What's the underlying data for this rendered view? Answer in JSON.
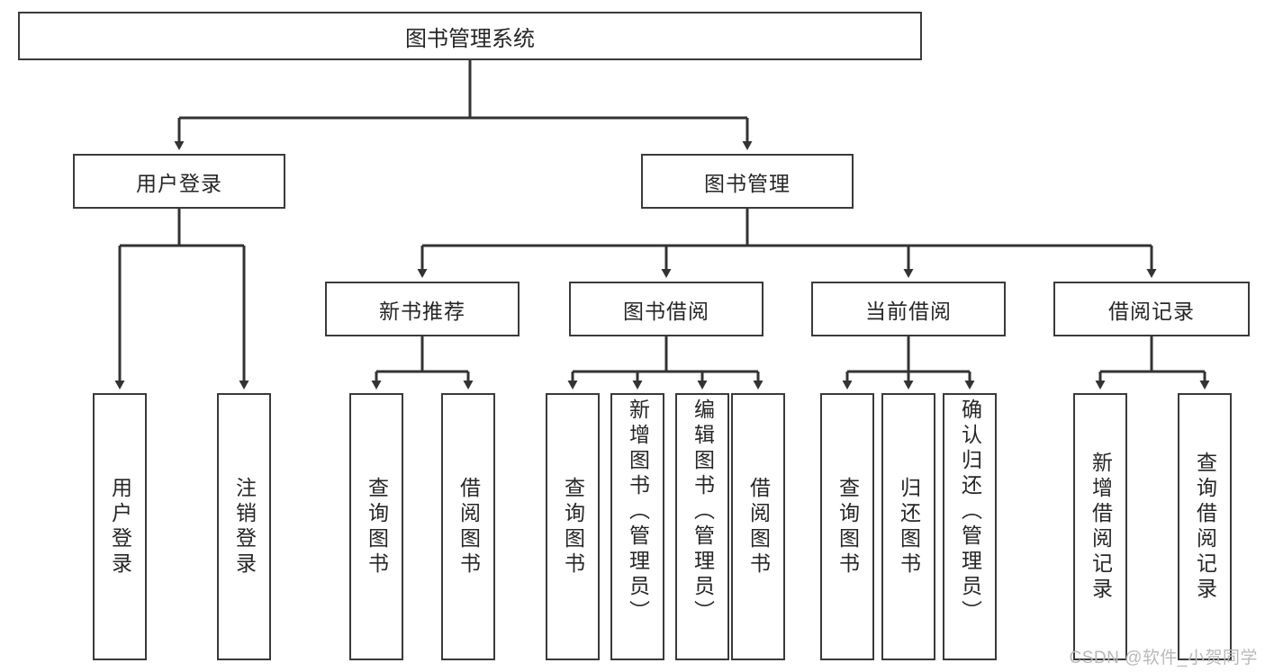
{
  "diagram": {
    "title_text": "图书管理系统",
    "type": "hierarchy-tree",
    "orientation": "top-down",
    "style": {
      "box_border_color": "#3a3a3a",
      "box_fill_color": "#ffffff",
      "line_color": "#333333",
      "text_color": "#262626",
      "background": "#ffffff"
    },
    "levels": {
      "level1": [
        {
          "id": "root",
          "label": "图书管理系统"
        }
      ],
      "level2": [
        {
          "id": "user-login",
          "label": "用户登录",
          "parent": "root"
        },
        {
          "id": "book-manage",
          "label": "图书管理",
          "parent": "root"
        }
      ],
      "level3": [
        {
          "id": "new-book-rec",
          "label": "新书推荐",
          "parent": "book-manage"
        },
        {
          "id": "book-borrow",
          "label": "图书借阅",
          "parent": "book-manage"
        },
        {
          "id": "current-borrow",
          "label": "当前借阅",
          "parent": "book-manage"
        },
        {
          "id": "borrow-record",
          "label": "借阅记录",
          "parent": "book-manage"
        }
      ],
      "leaves": [
        {
          "id": "leaf-user-login",
          "label": "用户登录",
          "parent": "user-login"
        },
        {
          "id": "leaf-logout",
          "label": "注销登录",
          "parent": "user-login"
        },
        {
          "id": "leaf-query-book-1",
          "label": "查询图书",
          "parent": "new-book-rec"
        },
        {
          "id": "leaf-borrow-book-1",
          "label": "借阅图书",
          "parent": "new-book-rec"
        },
        {
          "id": "leaf-query-book-2",
          "label": "查询图书",
          "parent": "book-borrow"
        },
        {
          "id": "leaf-add-book",
          "label": "新增图书（管理员）",
          "parent": "book-borrow"
        },
        {
          "id": "leaf-edit-book",
          "label": "编辑图书（管理员）",
          "parent": "book-borrow"
        },
        {
          "id": "leaf-borrow-book-2",
          "label": "借阅图书",
          "parent": "book-borrow"
        },
        {
          "id": "leaf-query-book-3",
          "label": "查询图书",
          "parent": "current-borrow"
        },
        {
          "id": "leaf-return-book",
          "label": "归还图书",
          "parent": "current-borrow"
        },
        {
          "id": "leaf-confirm-return",
          "label": "确认归还（管理员）",
          "parent": "current-borrow"
        },
        {
          "id": "leaf-add-record",
          "label": "新增借阅记录",
          "parent": "borrow-record"
        },
        {
          "id": "leaf-query-record",
          "label": "查询借阅记录",
          "parent": "borrow-record"
        }
      ]
    }
  },
  "watermark": {
    "text": "CSDN @软件_小贺同学"
  }
}
